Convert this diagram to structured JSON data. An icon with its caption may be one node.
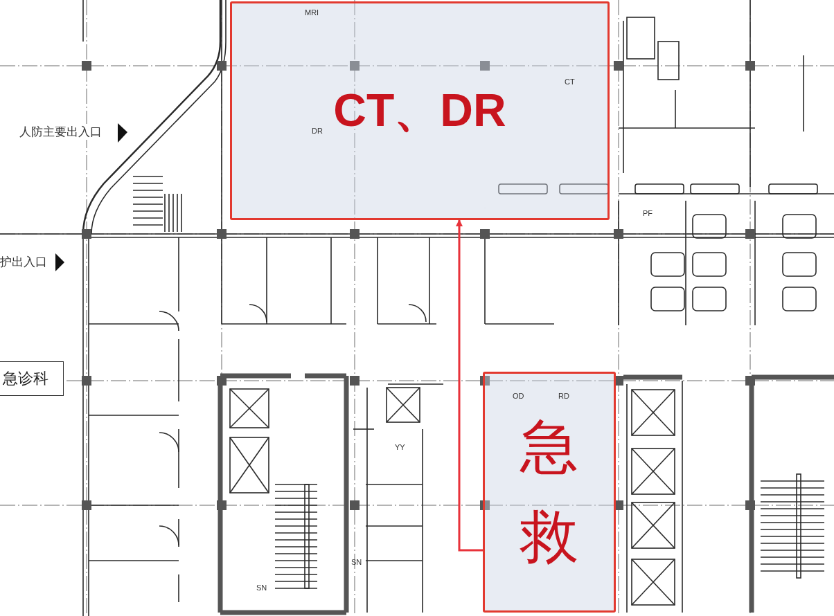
{
  "diagram": {
    "nodes": [
      {
        "text": [
          "CT、DR"
        ]
      },
      {
        "text": [
          "急救"
        ]
      },
      {
        "text": [
          "急诊科"
        ]
      }
    ],
    "edges": [
      {
        "from": 1,
        "to": 0,
        "arrow": "to"
      }
    ],
    "labels": [
      "MRI",
      "CT",
      "DR",
      "人防主要出入口",
      "PF",
      "护出入口",
      "OD",
      "RD",
      "YY",
      "SN",
      "SN"
    ]
  }
}
